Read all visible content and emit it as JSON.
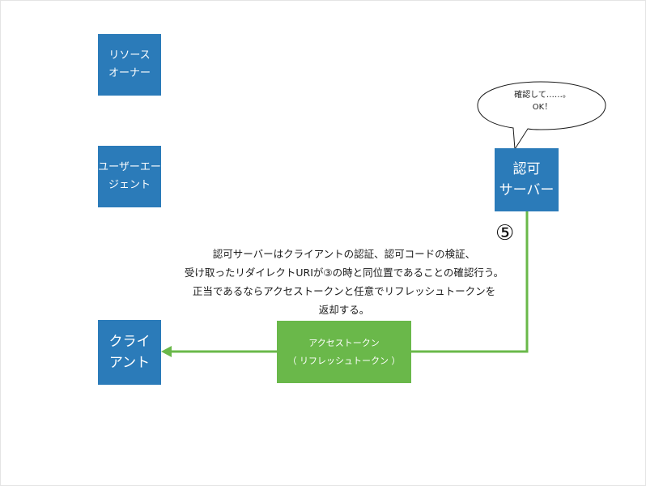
{
  "nodes": {
    "resource_owner": {
      "line1": "リソース",
      "line2": "オーナー"
    },
    "user_agent": {
      "line1": "ユーザーエー",
      "line2": "ジェント"
    },
    "client": {
      "line1": "クライ",
      "line2": "アント"
    },
    "authorization_server": {
      "line1": "認可",
      "line2": "サーバー"
    }
  },
  "speech_bubble": {
    "line1": "確認して……。",
    "line2": "OK！"
  },
  "step_marker": "⑤",
  "description": {
    "line1": "認可サーバーはクライアントの認証、認可コードの検証、",
    "line2": "受け取ったリダイレクトURIが③の時と同位置であることの確認行う。",
    "line3": "正当であるならアクセストークンと任意でリフレッシュトークンを",
    "line4": "返却する。"
  },
  "token_label": {
    "line1": "アクセストークン",
    "line2": "（ リフレッシュトークン ）"
  },
  "colors": {
    "node_blue": "#2b7bb9",
    "arrow_green": "#6ab84a",
    "background": "#ffffff"
  }
}
